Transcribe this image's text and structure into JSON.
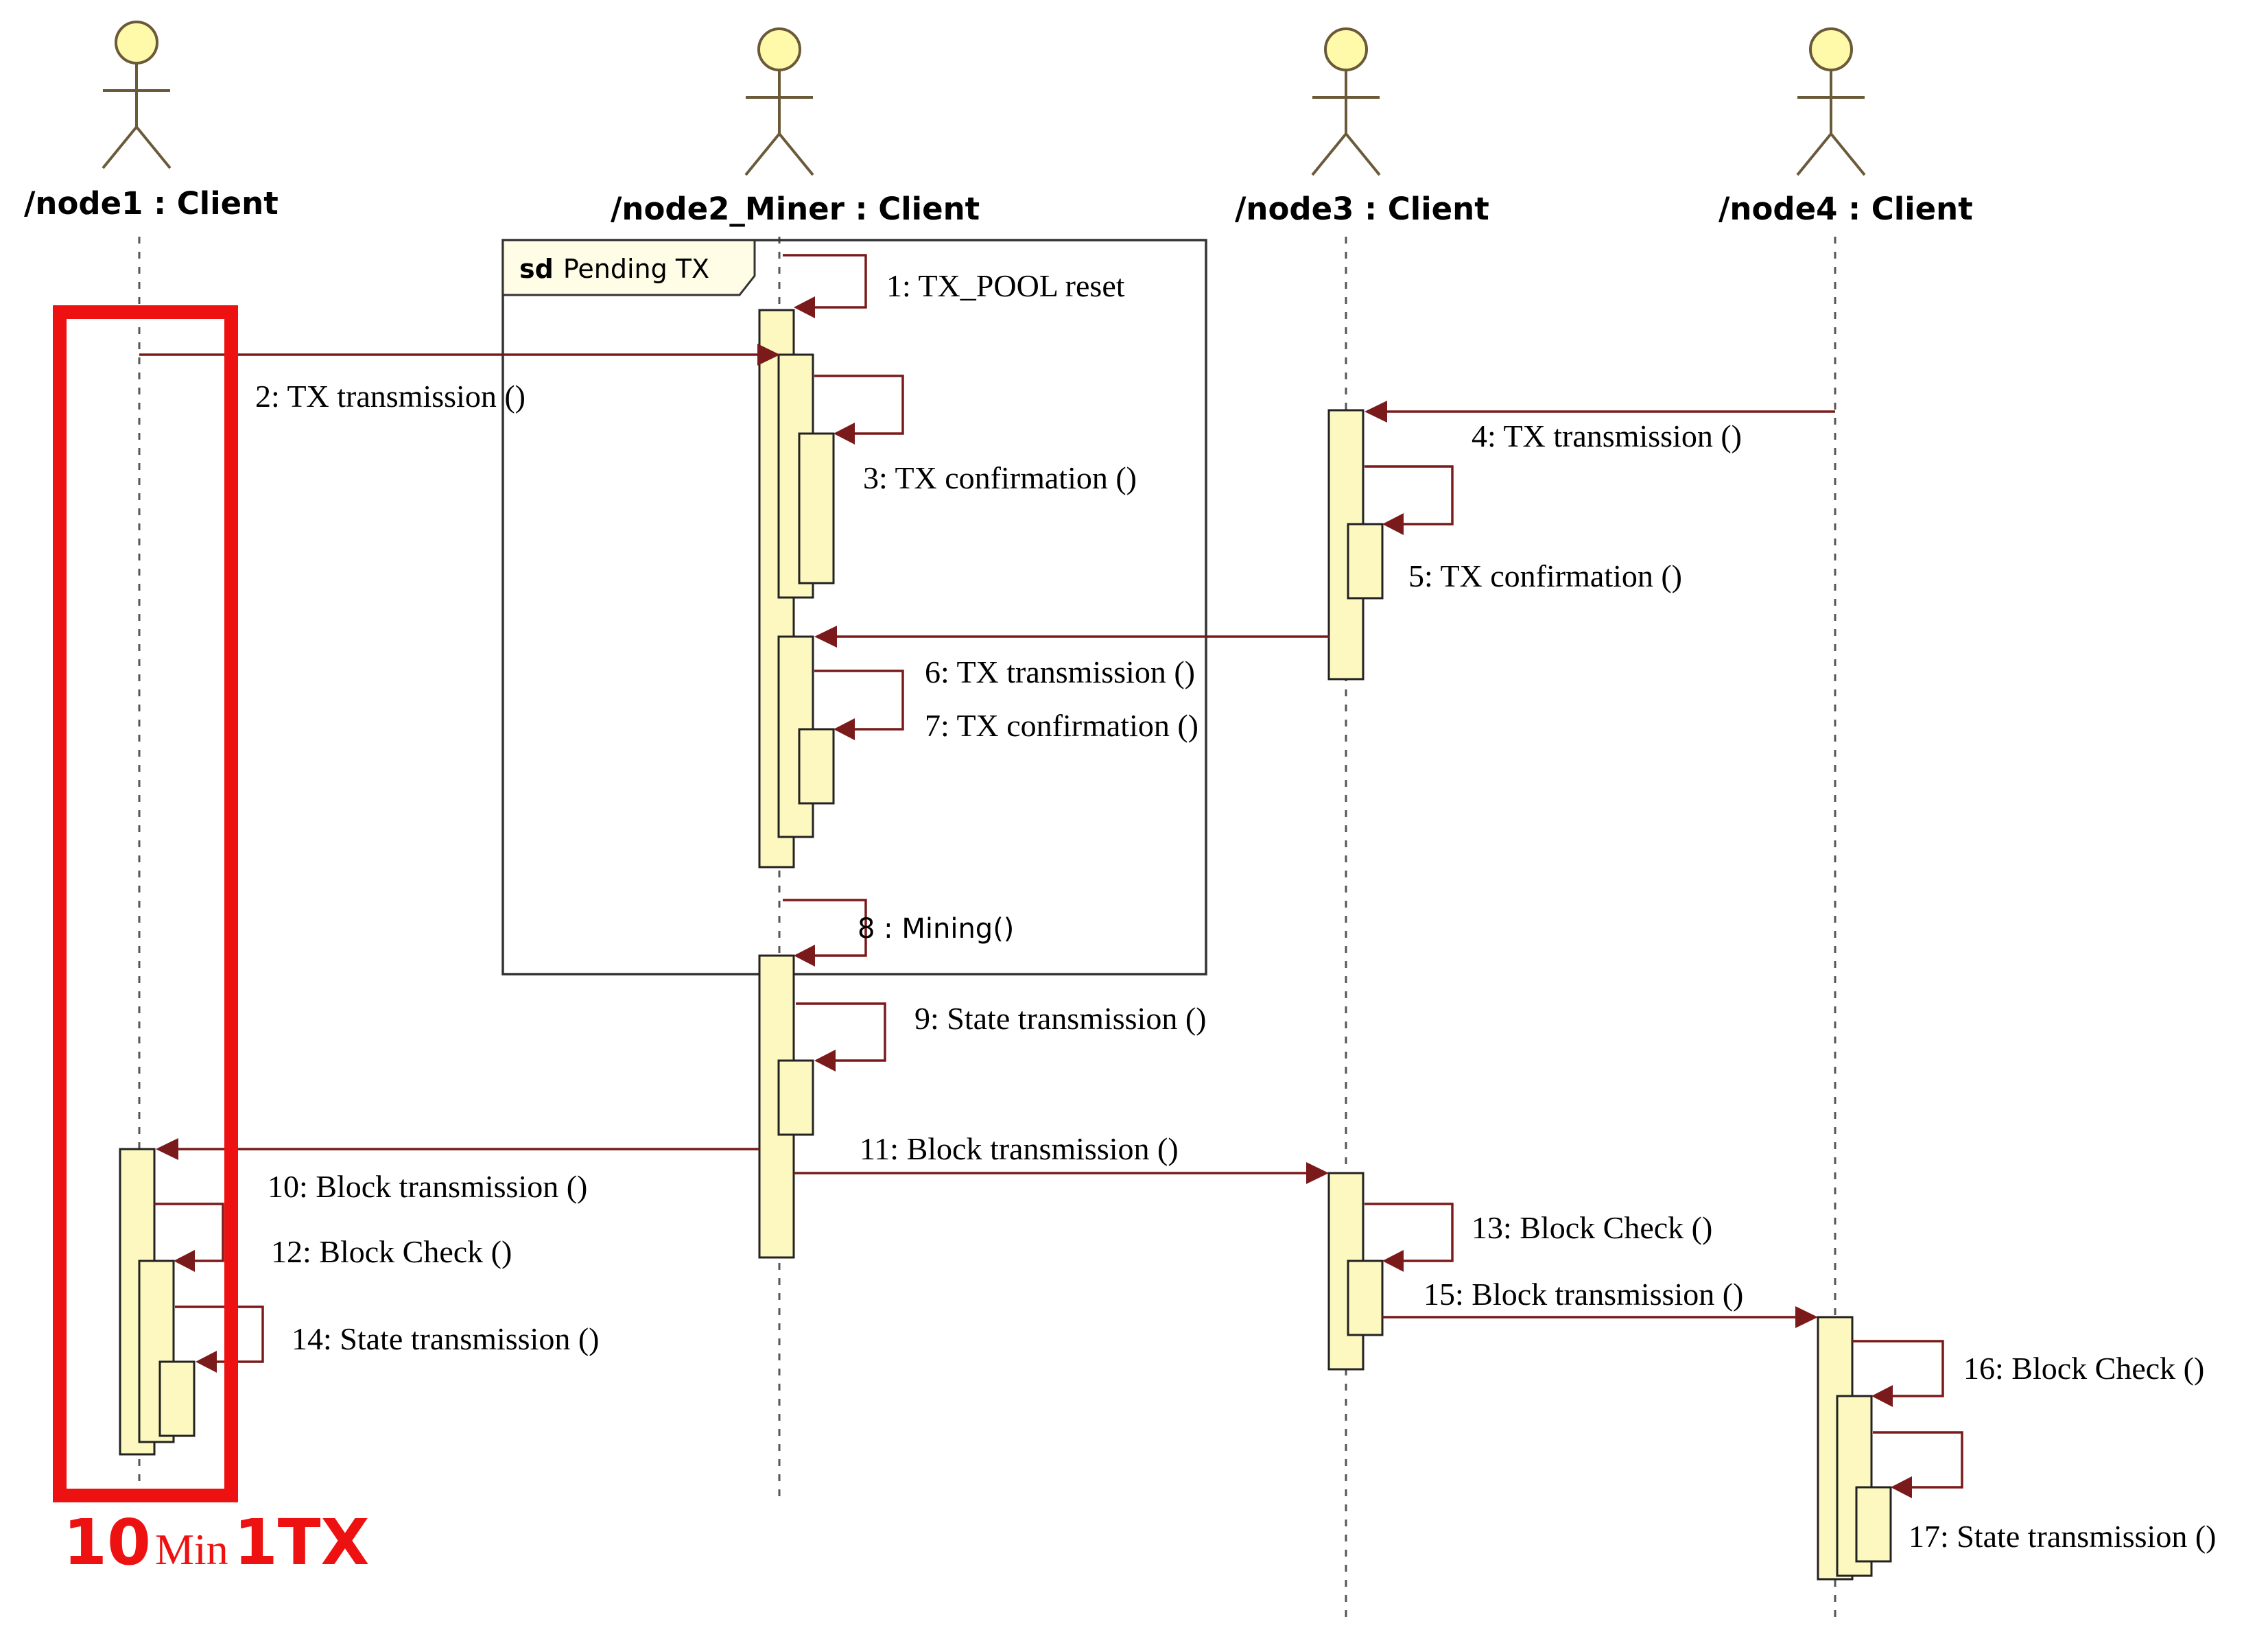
{
  "actors": [
    {
      "id": "node1",
      "label": "/node1 : Client",
      "icon": "stick-figure-icon"
    },
    {
      "id": "node2",
      "label": "/node2_Miner : Client",
      "icon": "stick-figure-icon"
    },
    {
      "id": "node3",
      "label": "/node3 : Client",
      "icon": "stick-figure-icon"
    },
    {
      "id": "node4",
      "label": "/node4 : Client",
      "icon": "stick-figure-icon"
    }
  ],
  "frame": {
    "keyword": "sd",
    "name": "Pending TX"
  },
  "messages": [
    {
      "n": 1,
      "label": "1: TX_POOL reset"
    },
    {
      "n": 2,
      "label": "2: TX transmission ()"
    },
    {
      "n": 3,
      "label": "3: TX confirmation ()"
    },
    {
      "n": 4,
      "label": "4: TX transmission ()"
    },
    {
      "n": 5,
      "label": "5: TX confirmation ()"
    },
    {
      "n": 6,
      "label": "6: TX transmission ()"
    },
    {
      "n": 7,
      "label": "7: TX confirmation ()"
    },
    {
      "n": 8,
      "label": "8 : Mining()"
    },
    {
      "n": 9,
      "label": "9: State transmission ()"
    },
    {
      "n": 10,
      "label": "10: Block transmission ()"
    },
    {
      "n": 11,
      "label": "11: Block transmission ()"
    },
    {
      "n": 12,
      "label": "12: Block Check ()"
    },
    {
      "n": 13,
      "label": "13: Block Check ()"
    },
    {
      "n": 14,
      "label": "14: State transmission ()"
    },
    {
      "n": 15,
      "label": "15: Block transmission ()"
    },
    {
      "n": 16,
      "label": "16: Block Check ()"
    },
    {
      "n": 17,
      "label": "17: State transmission ()"
    }
  ],
  "annotation": {
    "big1": "10",
    "small": "Min",
    "big2": "1TX",
    "color": "#ee1111"
  },
  "colors": {
    "activation": "#fdf8c0",
    "arrow": "#7a1a1a",
    "actor_head": "#fffaaa",
    "highlight": "#ee1111"
  }
}
